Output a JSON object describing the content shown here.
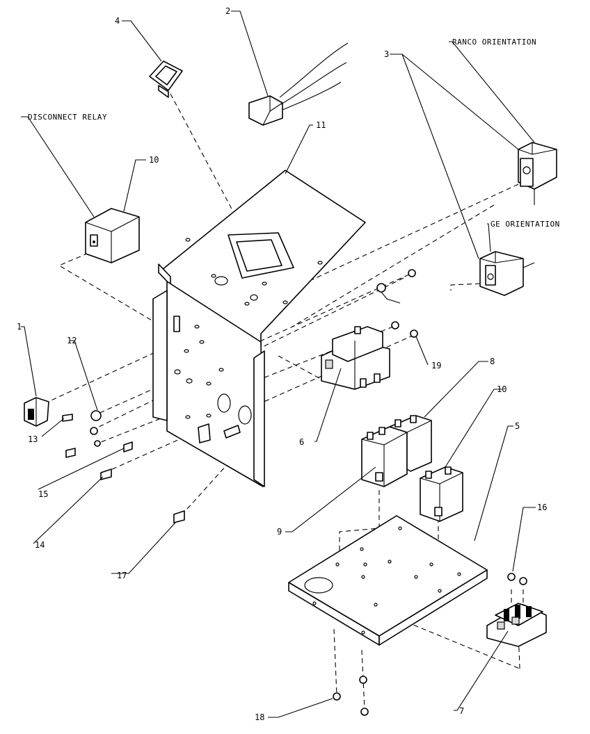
{
  "callouts": {
    "c1": "1",
    "c2": "2",
    "c3": "3",
    "c4": "4",
    "c5": "5",
    "c6": "6",
    "c7": "7",
    "c8": "8",
    "c9": "9",
    "c10a": "10",
    "c10b": "10",
    "c11": "11",
    "c12": "12",
    "c13": "13",
    "c14": "14",
    "c15": "15",
    "c16": "16",
    "c17": "17",
    "c18": "18",
    "c19": "19"
  },
  "notes": {
    "disconnect_relay": "DISCONNECT RELAY",
    "ranco_orientation": "RANCO ORIENTATION",
    "ge_orientation": "GE ORIENTATION"
  }
}
